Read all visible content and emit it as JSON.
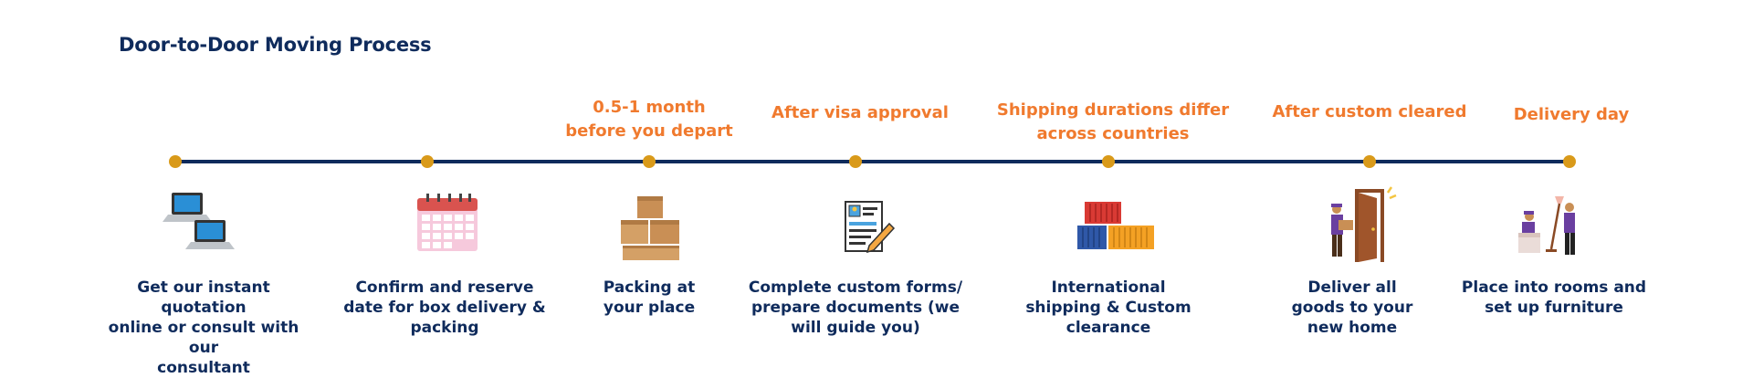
{
  "title": "Door-to-Door Moving Process",
  "colors": {
    "navy": "#0f2b5c",
    "orange": "#f07a2e",
    "dot": "#d99a1a"
  },
  "timings": [
    "0.5-1 month\nbefore you depart",
    "After visa approval",
    "Shipping durations differ\nacross countries",
    "After custom cleared",
    "Delivery day"
  ],
  "steps": [
    {
      "icon": "laptops-icon",
      "label": "Get our instant  quotation\nonline or consult with our\nconsultant"
    },
    {
      "icon": "calendar-icon",
      "label": "Confirm and reserve\ndate for box delivery &\npacking"
    },
    {
      "icon": "boxes-icon",
      "label": "Packing at\nyour place"
    },
    {
      "icon": "documents-icon",
      "label": "Complete custom forms/\nprepare documents (we\nwill guide you)"
    },
    {
      "icon": "shipping-containers-icon",
      "label": "International\nshipping & Custom\nclearance"
    },
    {
      "icon": "delivery-door-icon",
      "label": "Deliver all\ngoods to your\nnew home"
    },
    {
      "icon": "furniture-setup-icon",
      "label": "Place into rooms and\nset up furniture"
    }
  ]
}
